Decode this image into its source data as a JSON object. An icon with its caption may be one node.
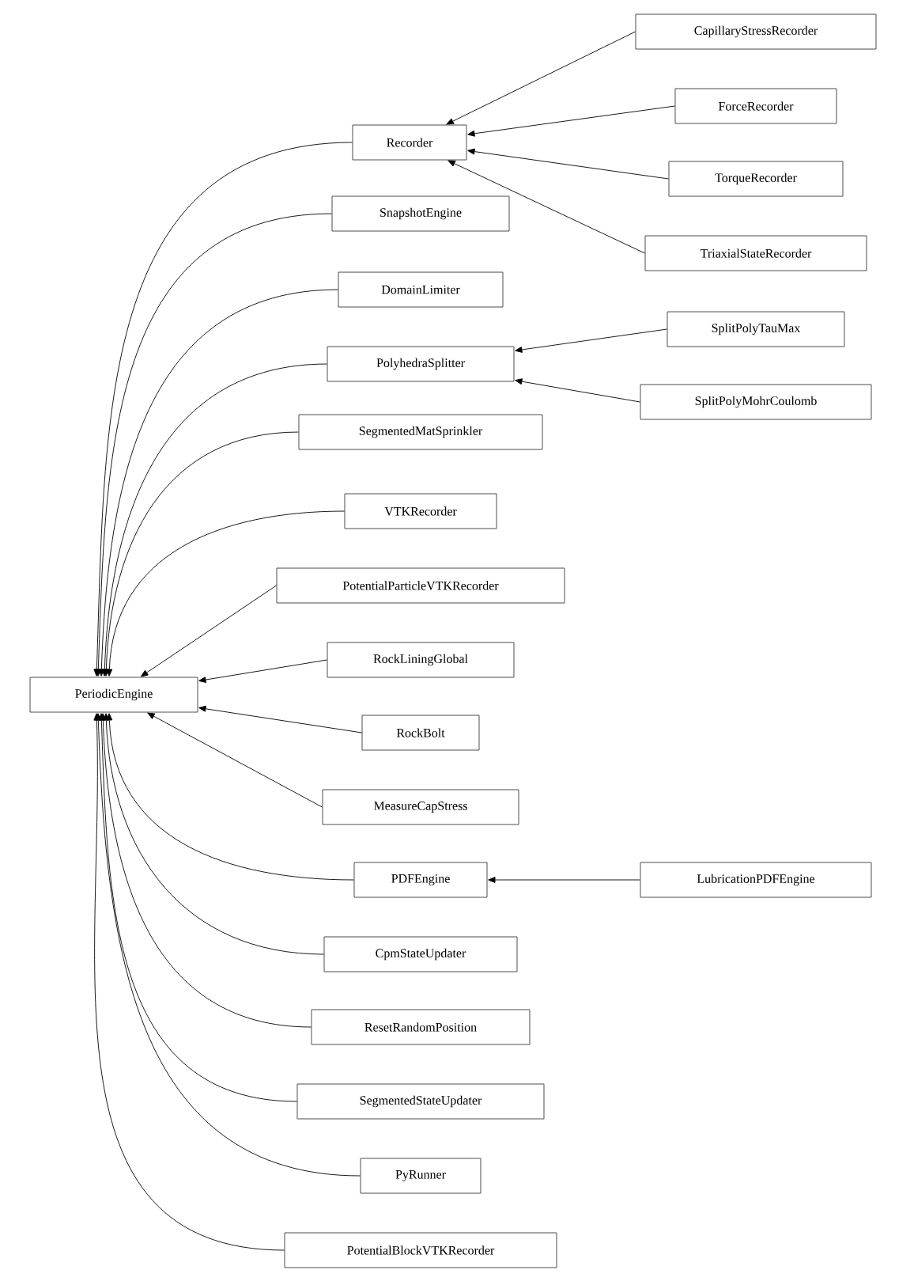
{
  "diagram": {
    "nodes": [
      {
        "text": [
          "PeriodicEngine"
        ]
      },
      {
        "text": [
          "Recorder"
        ]
      },
      {
        "text": [
          "CapillaryStressRecorder"
        ]
      },
      {
        "text": [
          "ForceRecorder"
        ]
      },
      {
        "text": [
          "TorqueRecorder"
        ]
      },
      {
        "text": [
          "TriaxialStateRecorder"
        ]
      },
      {
        "text": [
          "SnapshotEngine"
        ]
      },
      {
        "text": [
          "DomainLimiter"
        ]
      },
      {
        "text": [
          "PolyhedraSplitter"
        ]
      },
      {
        "text": [
          "SplitPolyTauMax"
        ]
      },
      {
        "text": [
          "SplitPolyMohrCoulomb"
        ]
      },
      {
        "text": [
          "SegmentedMatSprinkler"
        ]
      },
      {
        "text": [
          "VTKRecorder"
        ]
      },
      {
        "text": [
          "PotentialParticleVTKRecorder"
        ]
      },
      {
        "text": [
          "RockLiningGlobal"
        ]
      },
      {
        "text": [
          "RockBolt"
        ]
      },
      {
        "text": [
          "MeasureCapStress"
        ]
      },
      {
        "text": [
          "PDFEngine"
        ]
      },
      {
        "text": [
          "LubricationPDFEngine"
        ]
      },
      {
        "text": [
          "CpmStateUpdater"
        ]
      },
      {
        "text": [
          "ResetRandomPosition"
        ]
      },
      {
        "text": [
          "SegmentedStateUpdater"
        ]
      },
      {
        "text": [
          "PyRunner"
        ]
      },
      {
        "text": [
          "PotentialBlockVTKRecorder"
        ]
      }
    ],
    "edges": [
      {
        "from": 1,
        "to": 0,
        "arrow": "to"
      },
      {
        "from": 2,
        "to": 1,
        "arrow": "to"
      },
      {
        "from": 3,
        "to": 1,
        "arrow": "to"
      },
      {
        "from": 4,
        "to": 1,
        "arrow": "to"
      },
      {
        "from": 5,
        "to": 1,
        "arrow": "to"
      },
      {
        "from": 6,
        "to": 0,
        "arrow": "to"
      },
      {
        "from": 7,
        "to": 0,
        "arrow": "to"
      },
      {
        "from": 8,
        "to": 0,
        "arrow": "to"
      },
      {
        "from": 9,
        "to": 8,
        "arrow": "to"
      },
      {
        "from": 10,
        "to": 8,
        "arrow": "to"
      },
      {
        "from": 11,
        "to": 0,
        "arrow": "to"
      },
      {
        "from": 12,
        "to": 0,
        "arrow": "to"
      },
      {
        "from": 13,
        "to": 0,
        "arrow": "to"
      },
      {
        "from": 14,
        "to": 0,
        "arrow": "to"
      },
      {
        "from": 15,
        "to": 0,
        "arrow": "to"
      },
      {
        "from": 16,
        "to": 0,
        "arrow": "to"
      },
      {
        "from": 17,
        "to": 0,
        "arrow": "to"
      },
      {
        "from": 18,
        "to": 17,
        "arrow": "to"
      },
      {
        "from": 19,
        "to": 0,
        "arrow": "to"
      },
      {
        "from": 20,
        "to": 0,
        "arrow": "to"
      },
      {
        "from": 21,
        "to": 0,
        "arrow": "to"
      },
      {
        "from": 22,
        "to": 0,
        "arrow": "to"
      },
      {
        "from": 23,
        "to": 0,
        "arrow": "to"
      }
    ]
  }
}
